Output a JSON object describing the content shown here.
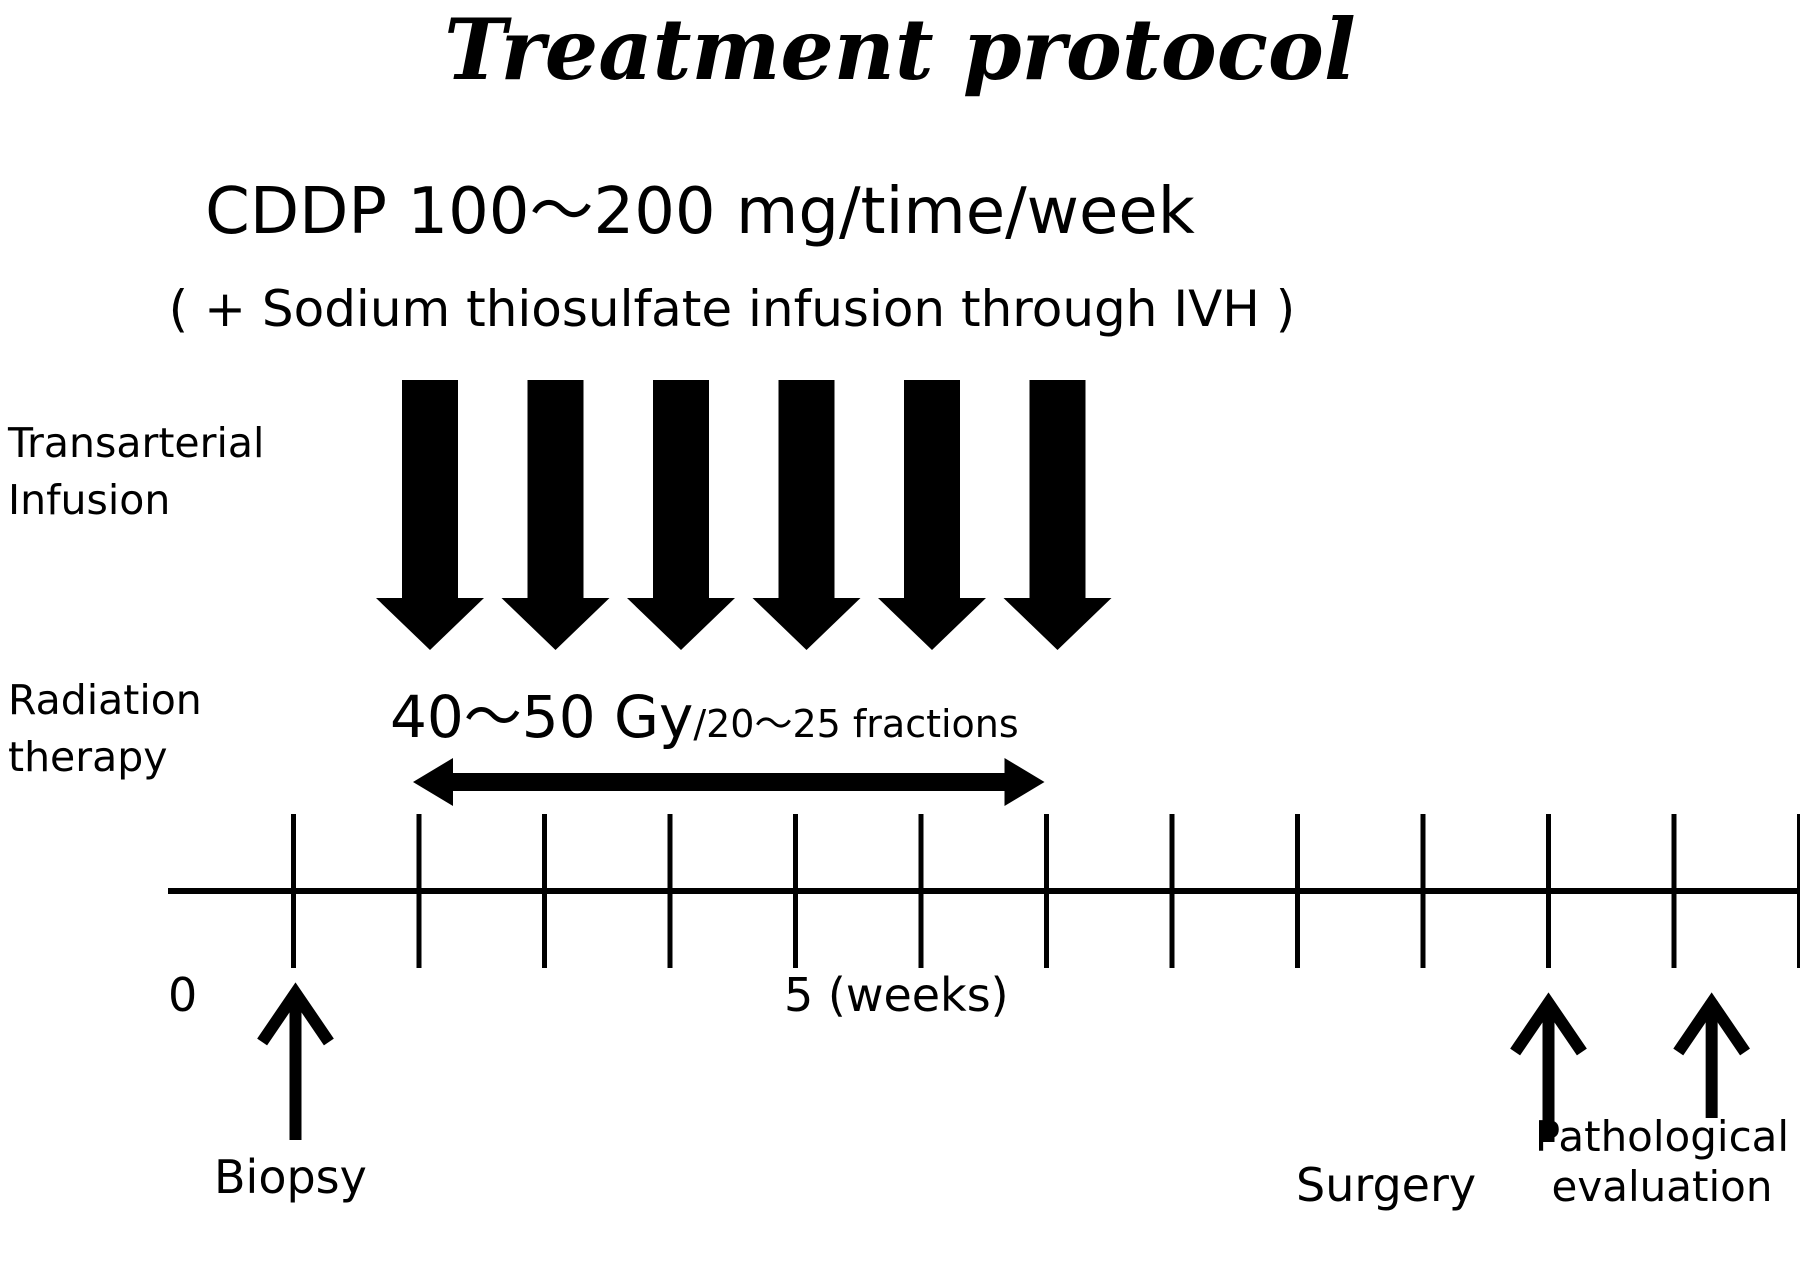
{
  "title": "Treatment protocol",
  "drug": {
    "regimen": "CDDP 100～200 mg/time/week",
    "supplement": "( + Sodium thiosulfate infusion through IVH )"
  },
  "rows": {
    "infusion_label": "Transarterial\nInfusion",
    "radiation_label": "Radiation\ntherapy"
  },
  "radiation": {
    "dose": "40～50 Gy",
    "fractions": "/20～25 fractions"
  },
  "timeline": {
    "unit": "weeks",
    "label_start": "0",
    "label_mid": "5 (weeks)",
    "tick_weeks": [
      1,
      2,
      3,
      4,
      5,
      6,
      7,
      8,
      9,
      10,
      11,
      12,
      13
    ],
    "infusion_weeks": [
      2,
      3,
      4,
      5,
      6,
      7
    ],
    "radiation_span": [
      2,
      7
    ]
  },
  "events": [
    {
      "name": "biopsy",
      "label": "Biopsy",
      "week": 1
    },
    {
      "name": "surgery",
      "label": "Surgery",
      "week": 11
    },
    {
      "name": "pathological-evaluation",
      "label": "Pathological\nevaluation",
      "week": 12.3
    }
  ]
}
